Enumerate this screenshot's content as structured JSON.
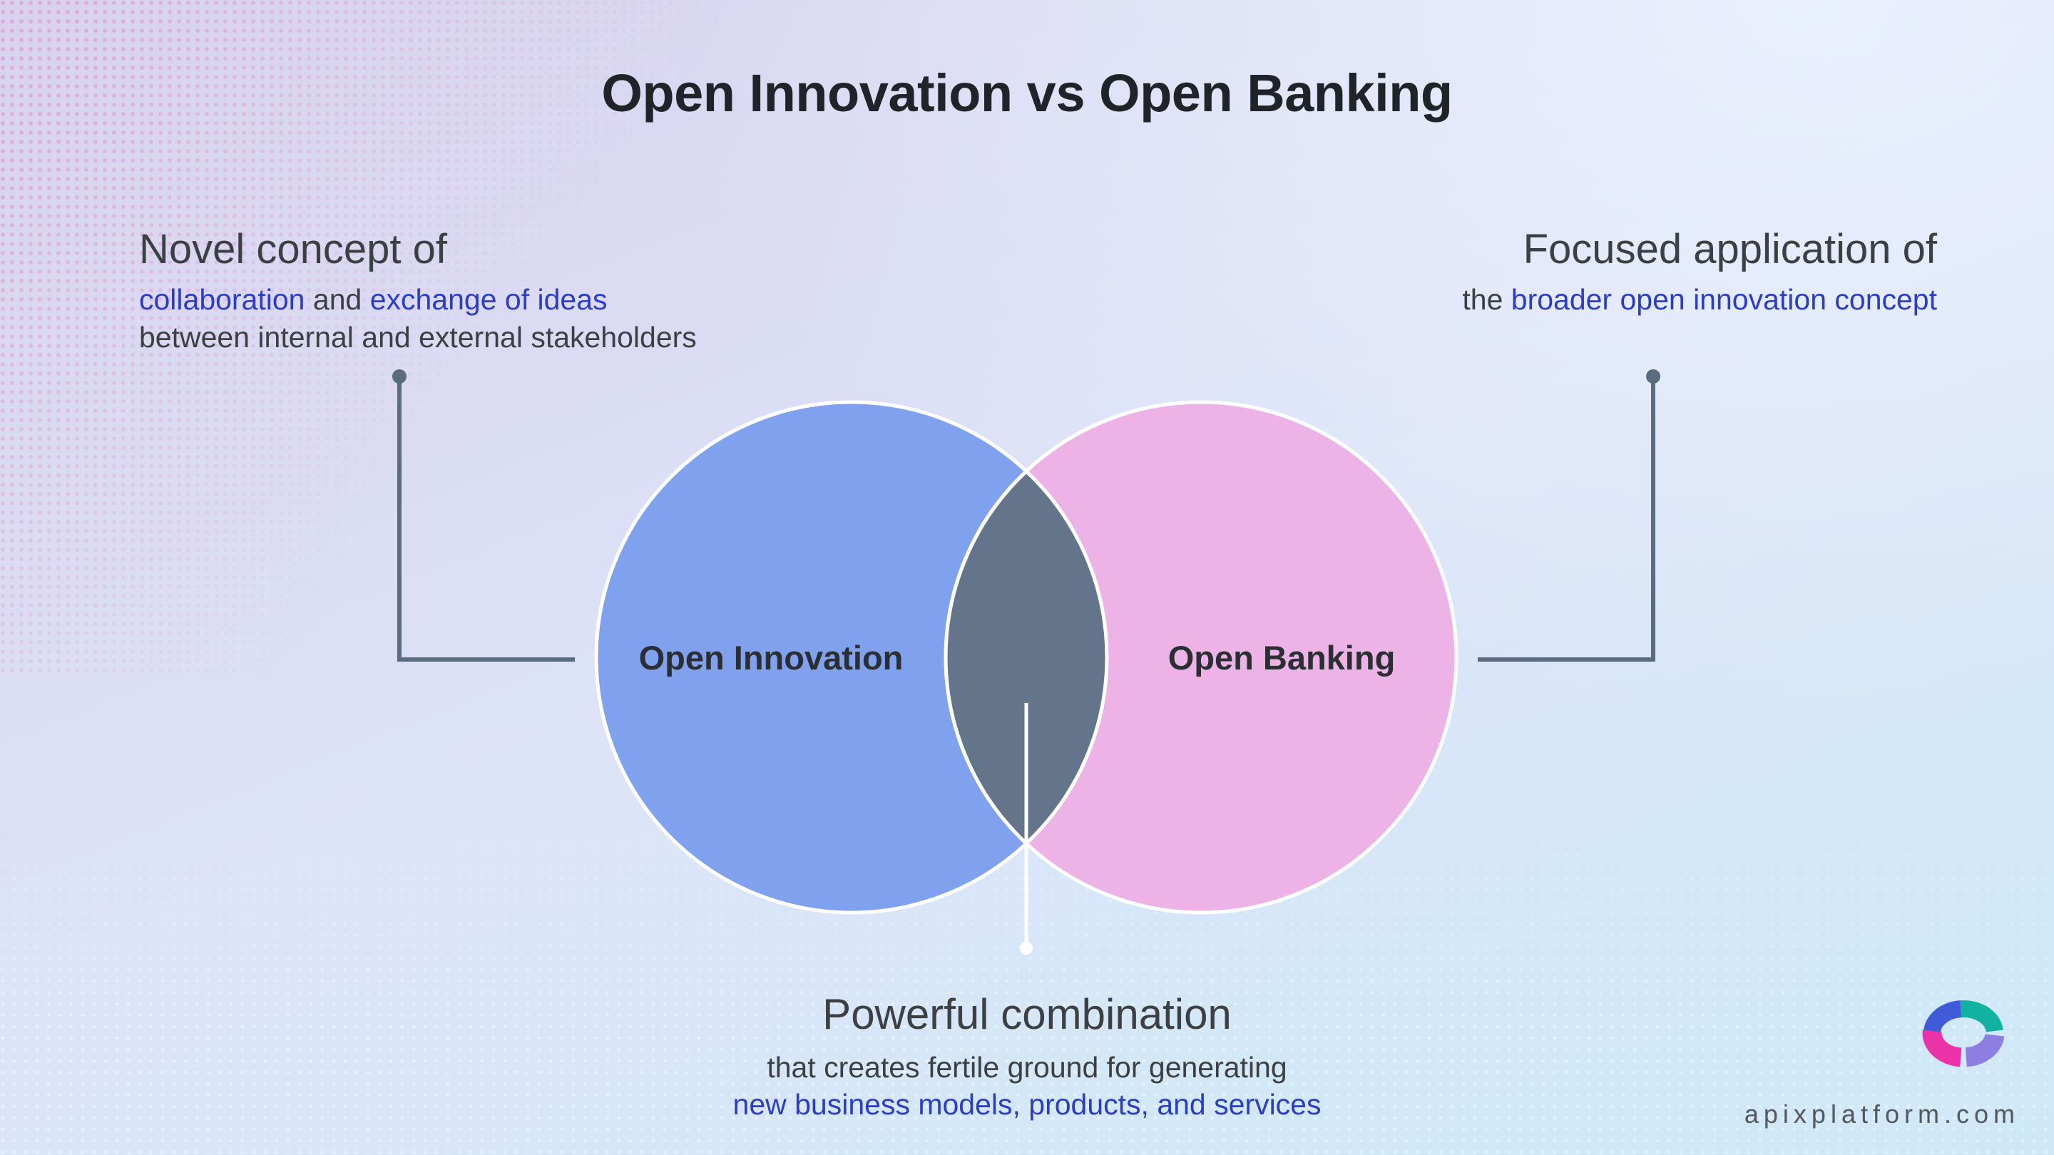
{
  "title": "Open Innovation vs Open Banking",
  "accent_blue": "#2c3cc5",
  "left_note": {
    "heading": "Novel concept of",
    "line2": {
      "a": "collaboration",
      "b": " and ",
      "c": "exchange of ideas"
    },
    "line3": "between internal and external stakeholders"
  },
  "right_note": {
    "heading": "Focused application of",
    "line2": {
      "a": "the ",
      "b": "broader open innovation concept"
    }
  },
  "venn": {
    "left_label": "Open Innovation",
    "right_label": "Open Banking",
    "left_color": "#80a1ed",
    "right_color": "#edb3e7",
    "overlap_color": "#64748b",
    "outline_color": "#ffffff",
    "connector_color": "#5b6b80"
  },
  "bottom_note": {
    "heading": "Powerful combination",
    "line2": "that creates fertile ground for generating",
    "line3": "new business models, products, and services"
  },
  "footer": {
    "url": "apixplatform.com",
    "logo_colors": {
      "blue": "#3f5bd7",
      "teal": "#12b2a2",
      "purple": "#8d7ee2",
      "magenta": "#ec32a8"
    }
  }
}
